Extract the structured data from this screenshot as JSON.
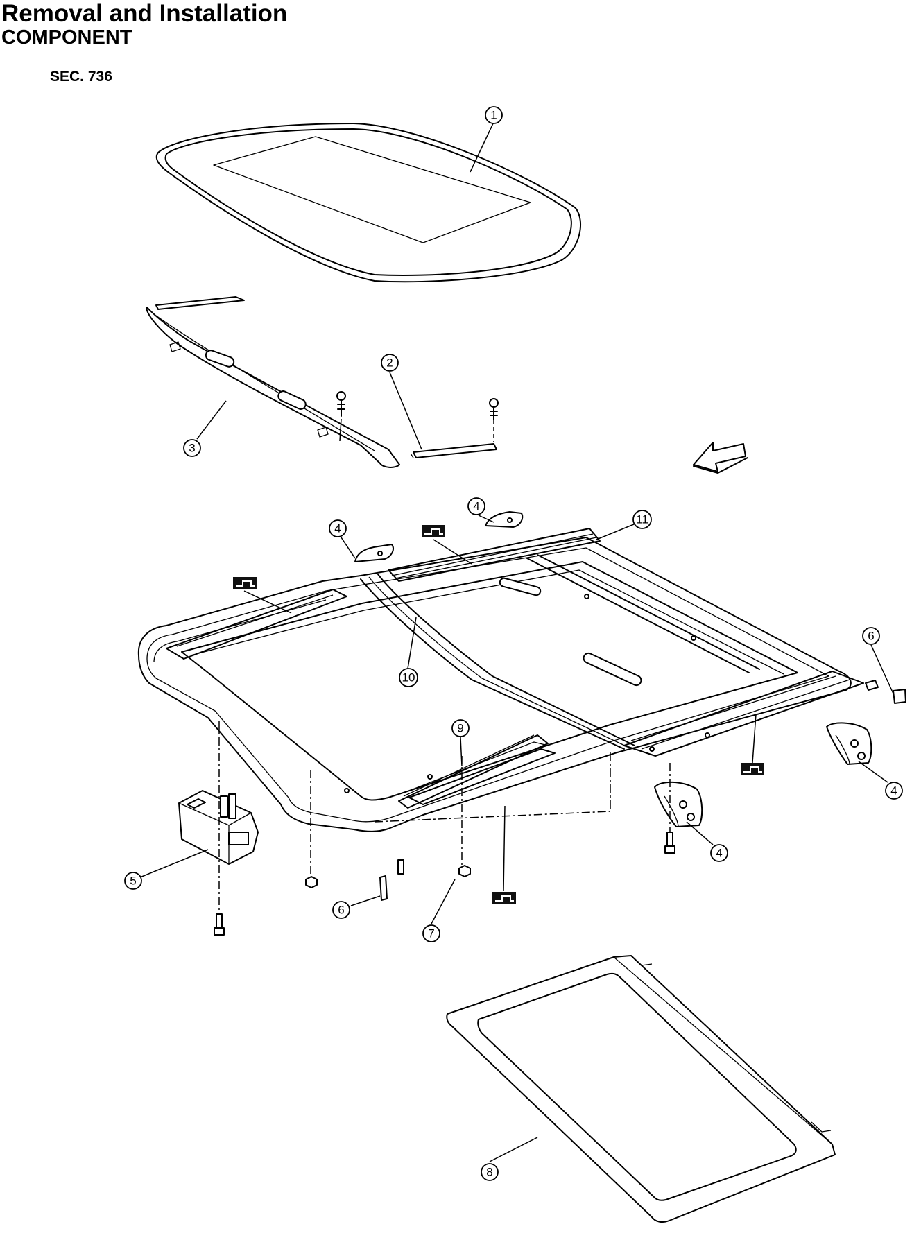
{
  "header": {
    "title": "Removal and Installation",
    "subtitle": "COMPONENT",
    "section": "SEC. 736"
  },
  "callouts": {
    "c1": "1",
    "c2": "2",
    "c3": "3",
    "c4a": "4",
    "c4b": "4",
    "c4c": "4",
    "c4d": "4",
    "c5": "5",
    "c6a": "6",
    "c6b": "6",
    "c7": "7",
    "c8": "8",
    "c9": "9",
    "c10": "10",
    "c11": "11"
  },
  "icons": {
    "grease_symbol": "grease-point-icon",
    "front_arrow": "front-direction-arrow-icon"
  }
}
